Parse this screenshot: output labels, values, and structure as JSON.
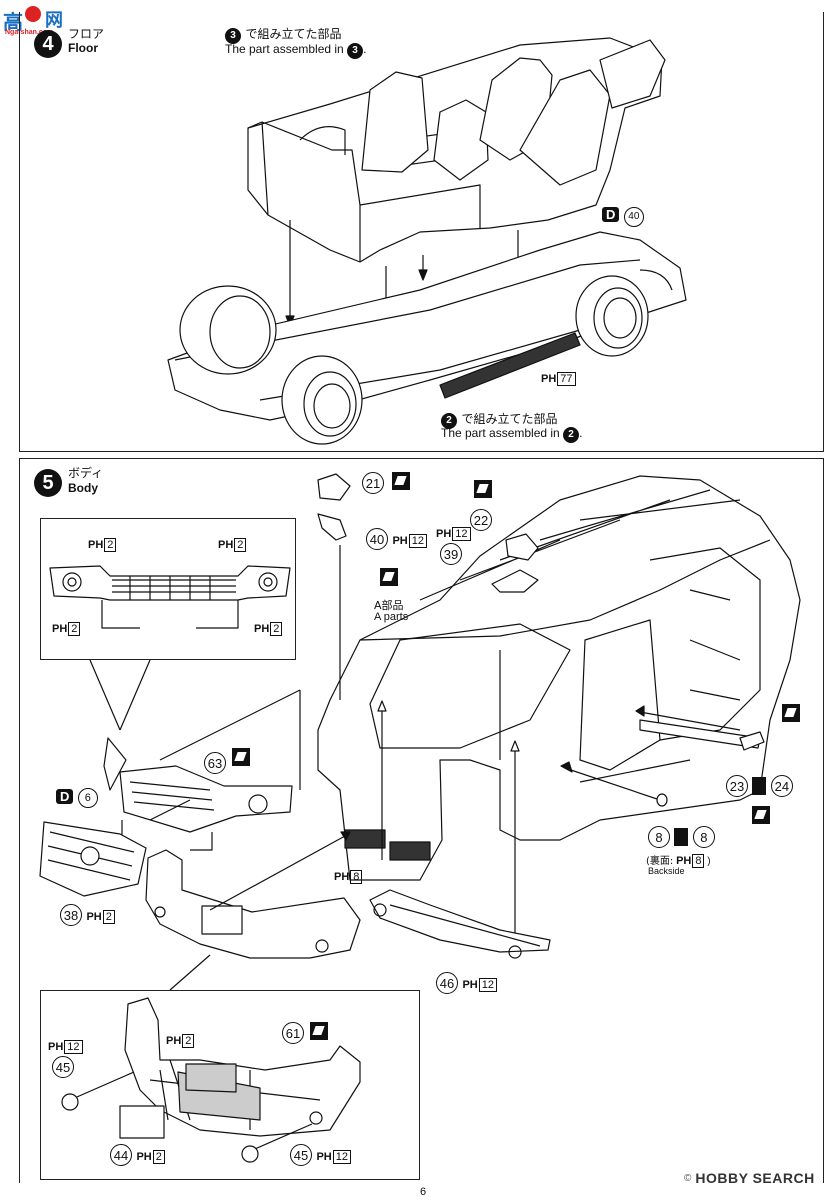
{
  "watermark_top": "Nga-shan.com",
  "step4": {
    "number": "4",
    "title_jp": "フロア",
    "title_en": "Floor",
    "ref3_jp": "で組み立てた部品",
    "ref3_num": "3",
    "ref3_en": "The part assembled in",
    "ref3_en_end": ".",
    "part_D": "D",
    "part_D_num": "40",
    "paint_ph": "PH",
    "paint_77": "77",
    "ref2_num": "2",
    "ref2_jp": "で組み立てた部品",
    "ref2_en": "The part assembled in",
    "ref2_en_end": "."
  },
  "step5": {
    "number": "5",
    "title_jp": "ボディ",
    "title_en": "Body",
    "a_parts_jp": "A部品",
    "a_parts_en": "A parts",
    "backside_jp": "(裏面:",
    "backside_code": "8",
    "backside_end": ")",
    "backside_en": "Backside",
    "labels": {
      "p21": "21",
      "p40": "40",
      "p22": "22",
      "p39": "39",
      "p63": "63",
      "p6": "6",
      "p38": "38",
      "p8a": "8",
      "p8b": "8",
      "p23": "23",
      "p24": "24",
      "p46": "46",
      "p61": "61",
      "p45a": "45",
      "p44": "44",
      "p45b": "45",
      "pD": "D"
    },
    "paint": {
      "ph": "PH",
      "c2": "2",
      "c12": "12",
      "c8": "8"
    }
  },
  "footer": {
    "page": "6",
    "brand": "HOBBY SEARCH"
  }
}
